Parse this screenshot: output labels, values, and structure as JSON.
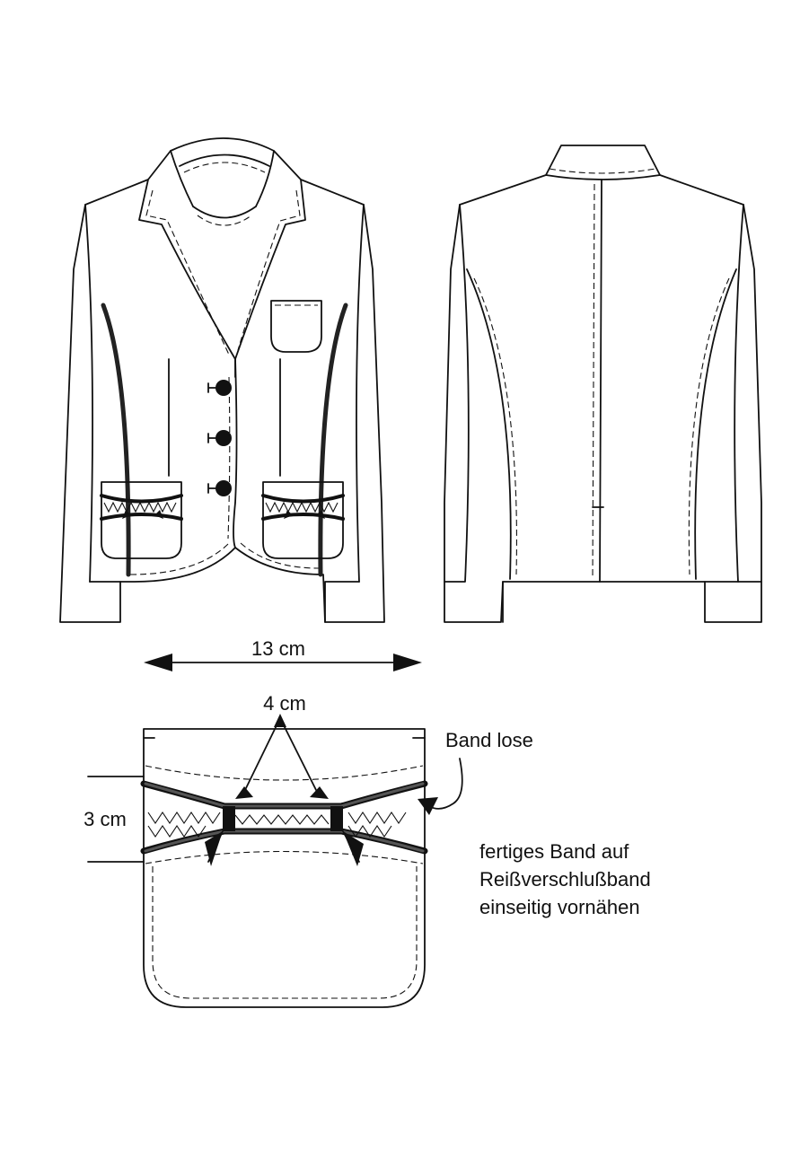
{
  "diagram": {
    "width_label": "13 cm",
    "band_spacing_label": "4 cm",
    "band_height_label": "3 cm",
    "band_loose_label": "Band lose",
    "instruction_lines": [
      "fertiges Band auf",
      "Reißverschlußband",
      "einseitig vornähen"
    ]
  }
}
